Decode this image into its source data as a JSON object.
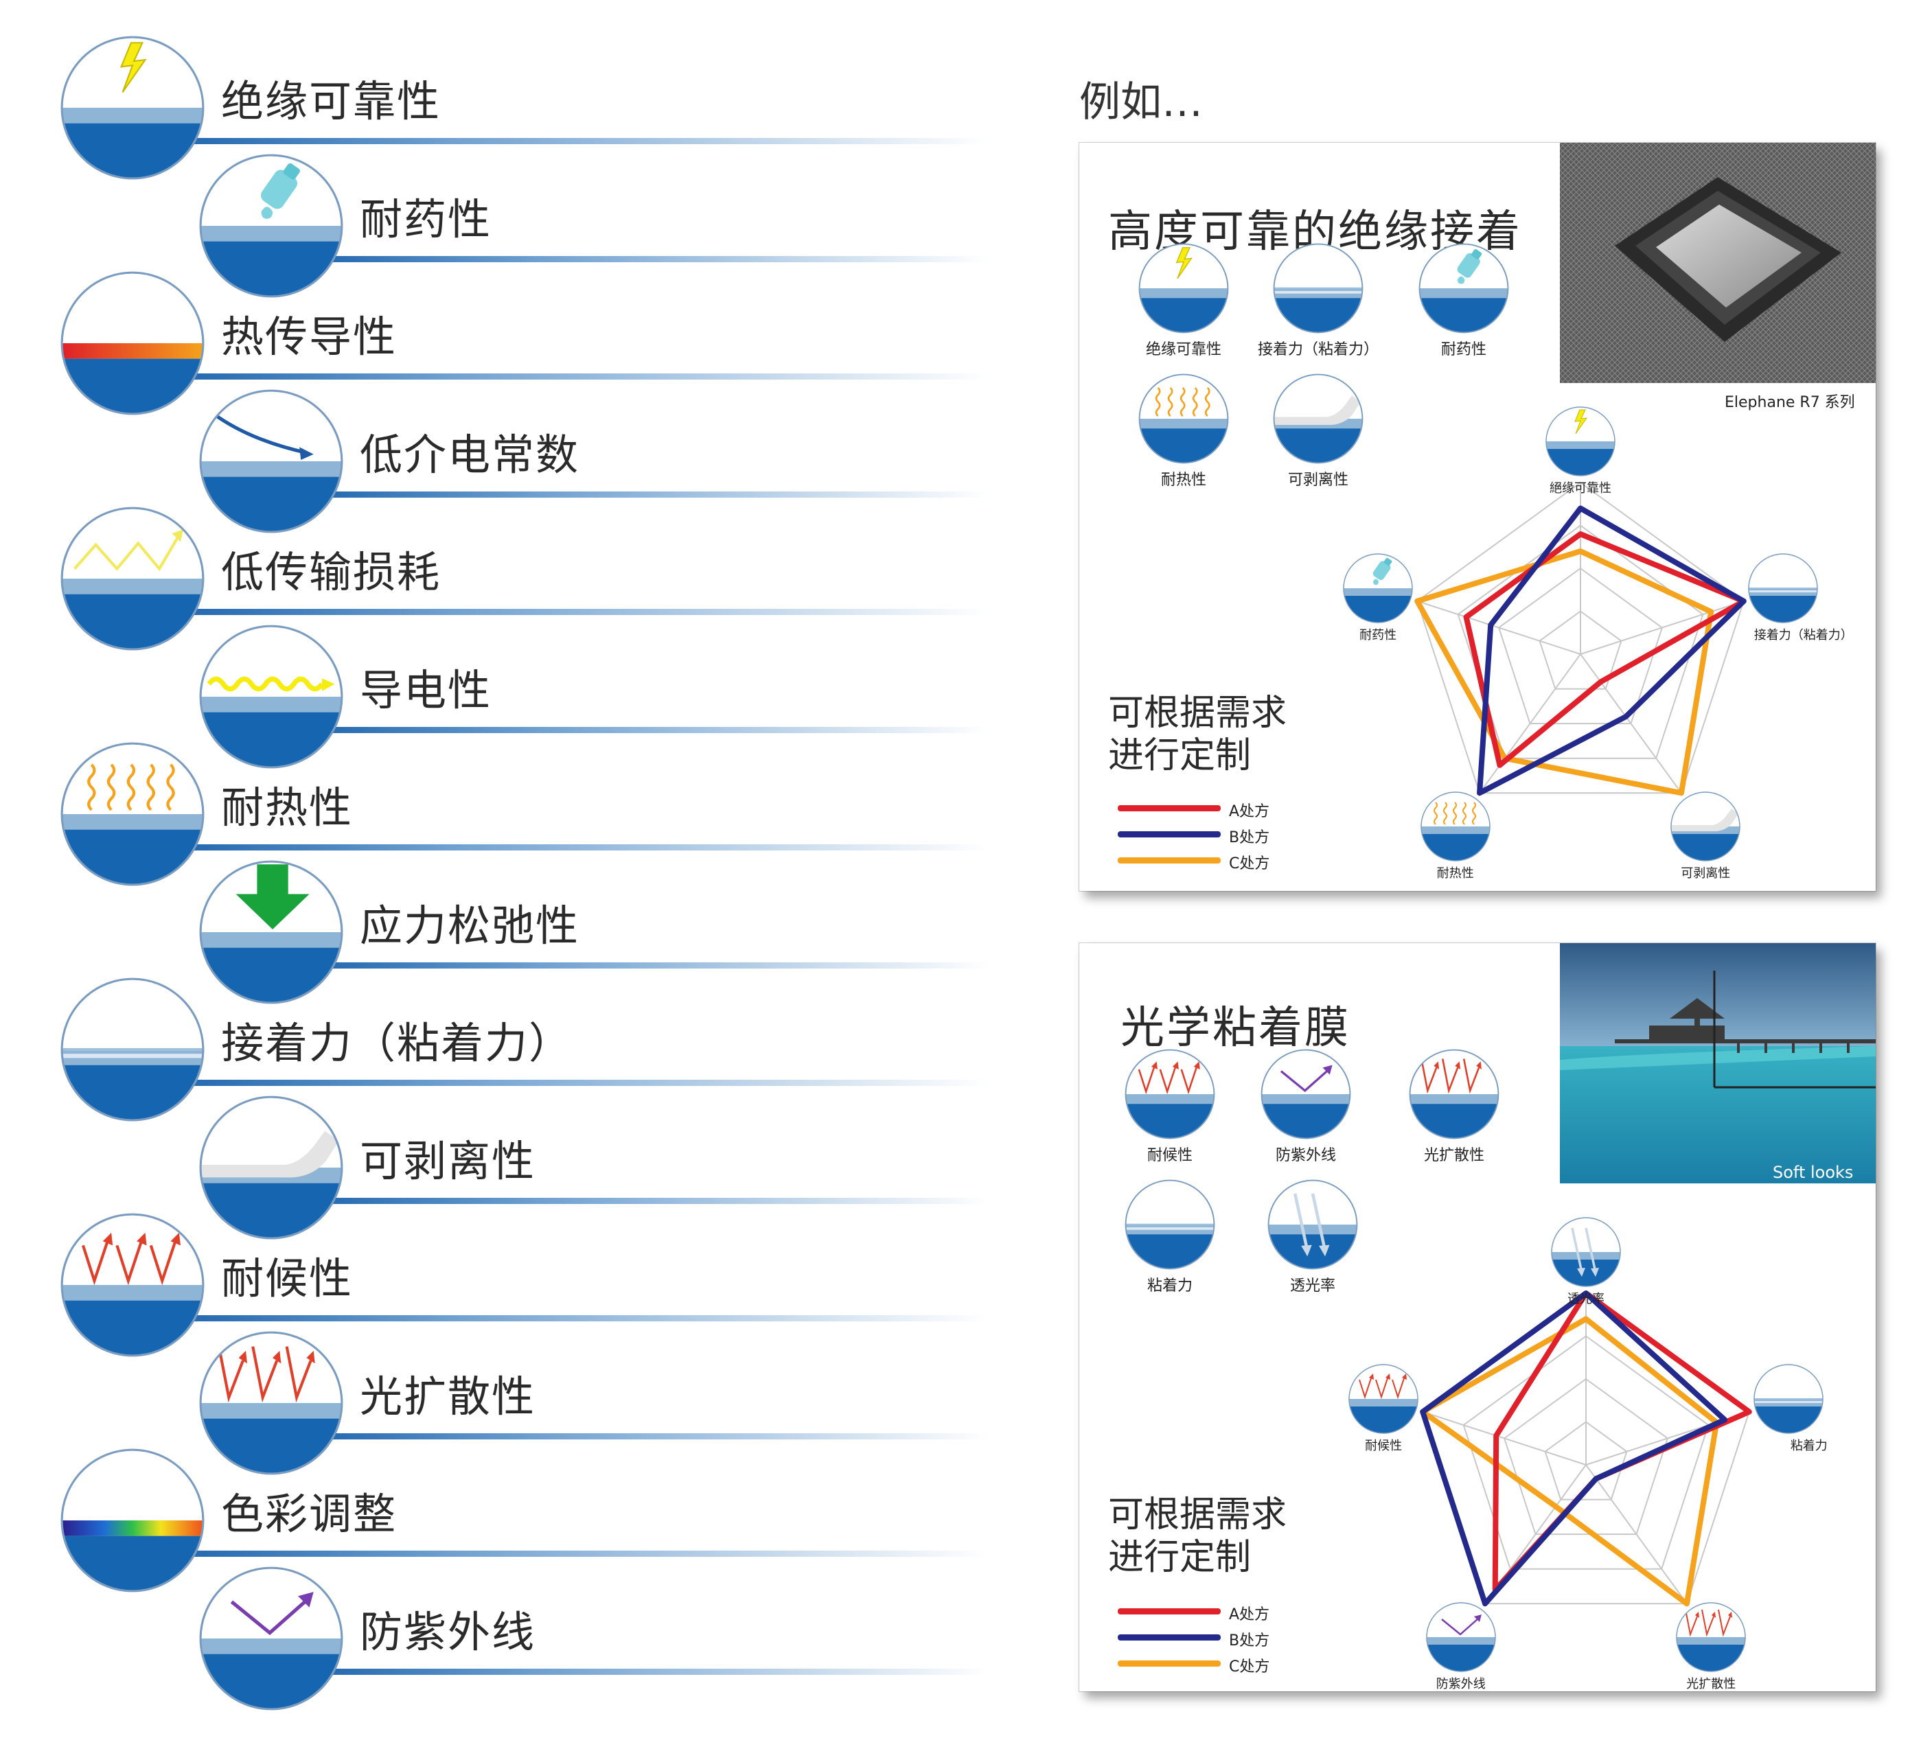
{
  "features": [
    {
      "label": "绝缘可靠性",
      "icon": "lightning-icon"
    },
    {
      "label": "耐药性",
      "icon": "drop-bottle-icon"
    },
    {
      "label": "热传导性",
      "icon": "heat-band-icon"
    },
    {
      "label": "低介电常数",
      "icon": "falling-curve-icon"
    },
    {
      "label": "低传输损耗",
      "icon": "zigzag-signal-icon"
    },
    {
      "label": "导电性",
      "icon": "wave-current-icon"
    },
    {
      "label": "耐热性",
      "icon": "heat-waves-icon"
    },
    {
      "label": "应力松弛性",
      "icon": "down-arrow-icon"
    },
    {
      "label": "接着力（粘着力）",
      "icon": "adhesion-layer-icon"
    },
    {
      "label": "可剥离性",
      "icon": "peel-icon"
    },
    {
      "label": "耐候性",
      "icon": "weather-arrows-icon"
    },
    {
      "label": "光扩散性",
      "icon": "light-diffusion-icon"
    },
    {
      "label": "色彩调整",
      "icon": "spectrum-icon"
    },
    {
      "label": "防紫外线",
      "icon": "uv-reflect-icon"
    }
  ],
  "example_heading": "例如…",
  "panels": [
    {
      "title": "高度可靠的绝缘接着",
      "photo_caption": "Elephane R7 系列",
      "photo_kind": "chip-photo",
      "mini_icons": [
        {
          "label": "绝缘可靠性",
          "icon": "lightning-icon"
        },
        {
          "label": "接着力（粘着力）",
          "icon": "adhesion-layer-icon"
        },
        {
          "label": "耐药性",
          "icon": "drop-bottle-icon"
        },
        {
          "label": "耐热性",
          "icon": "heat-waves-icon"
        },
        {
          "label": "可剥离性",
          "icon": "peel-icon"
        }
      ],
      "custom_text": "可根据需求\n进行定制",
      "legend": [
        {
          "name": "A处方",
          "color": "#e0202a"
        },
        {
          "name": "B处方",
          "color": "#232a8c"
        },
        {
          "name": "C处方",
          "color": "#f5a21c"
        }
      ],
      "radar_axes": [
        {
          "label": "絕缘可靠性",
          "icon": "lightning-icon"
        },
        {
          "label": "接着力（粘着力）",
          "icon": "adhesion-layer-icon"
        },
        {
          "label": "可剥离性",
          "icon": "peel-icon"
        },
        {
          "label": "耐热性",
          "icon": "heat-waves-icon"
        },
        {
          "label": "耐药性",
          "icon": "drop-bottle-icon"
        }
      ],
      "radar_series": [
        {
          "values": [
            0.7,
            1.0,
            0.2,
            0.8,
            0.7
          ]
        },
        {
          "values": [
            0.85,
            1.0,
            0.45,
            1.0,
            0.55
          ]
        },
        {
          "values": [
            0.6,
            0.8,
            1.0,
            0.75,
            1.0
          ]
        }
      ]
    },
    {
      "title": "光学粘着膜",
      "photo_caption": "Soft looks",
      "photo_kind": "sea-photo",
      "mini_icons": [
        {
          "label": "耐候性",
          "icon": "weather-arrows-icon"
        },
        {
          "label": "防紫外线",
          "icon": "uv-reflect-icon"
        },
        {
          "label": "光扩散性",
          "icon": "light-diffusion-icon"
        },
        {
          "label": "粘着力",
          "icon": "adhesion-layer-icon"
        },
        {
          "label": "透光率",
          "icon": "light-pass-icon"
        }
      ],
      "custom_text": "可根据需求\n进行定制",
      "legend": [
        {
          "name": "A处方",
          "color": "#e0202a"
        },
        {
          "name": "B处方",
          "color": "#232a8c"
        },
        {
          "name": "C处方",
          "color": "#f5a21c"
        }
      ],
      "radar_axes": [
        {
          "label": "透光率",
          "icon": "light-pass-icon"
        },
        {
          "label": "粘着力",
          "icon": "adhesion-layer-icon"
        },
        {
          "label": "光扩散性",
          "icon": "light-diffusion-icon"
        },
        {
          "label": "防紫外线",
          "icon": "uv-reflect-icon"
        },
        {
          "label": "耐候性",
          "icon": "weather-arrows-icon"
        }
      ],
      "radar_series": [
        {
          "values": [
            1.0,
            1.0,
            0.1,
            0.9,
            0.55
          ]
        },
        {
          "values": [
            1.0,
            0.85,
            0.1,
            1.0,
            1.0
          ]
        },
        {
          "values": [
            0.85,
            0.8,
            1.0,
            0.3,
            1.0
          ]
        }
      ]
    }
  ]
}
